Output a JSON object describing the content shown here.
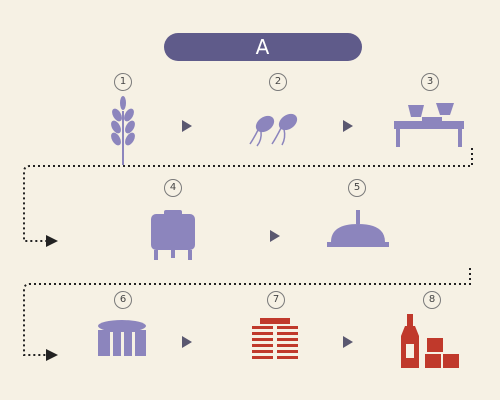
{
  "title": "A",
  "steps": [
    {
      "number": "1",
      "icon": "wheat-icon"
    },
    {
      "number": "2",
      "icon": "sprouted-grain-icon"
    },
    {
      "number": "3",
      "icon": "mill-icon"
    },
    {
      "number": "4",
      "icon": "mash-tank-icon"
    },
    {
      "number": "5",
      "icon": "lauter-tun-icon"
    },
    {
      "number": "6",
      "icon": "fermentation-vat-icon"
    },
    {
      "number": "7",
      "icon": "aging-rack-icon"
    },
    {
      "number": "8",
      "icon": "bottle-and-boxes-icon"
    }
  ],
  "colors": {
    "background": "#f6f1e4",
    "primary": "#8c85bd",
    "pill": "#5f5b8a",
    "accent": "#c0392b",
    "arrow": "#5a5870"
  }
}
